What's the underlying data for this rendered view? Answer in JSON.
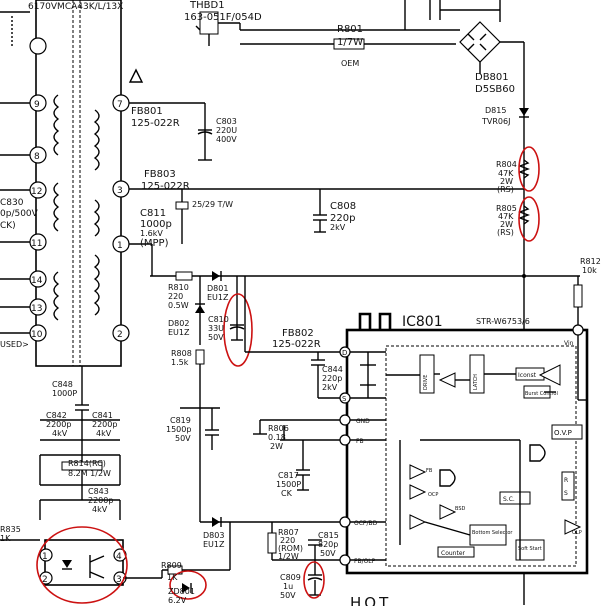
{
  "labels": {
    "t_model": "6170VMCA43K/L/13X",
    "thb_ref": "THBD1",
    "thb_val": "163-051F/054D",
    "r801_ref": "R801",
    "r801_val": "1/7W",
    "r801_sub": "OEM",
    "db801_ref": "DB801",
    "db801_val": "D5SB60",
    "d815_ref": "D815",
    "d815_val": "TVR06J",
    "fb801_ref": "FB801",
    "fb801_val": "125-022R",
    "c803_ref": "C803",
    "c803_v1": "220U",
    "c803_v2": "400V",
    "fb803_ref": "FB803",
    "fb803_val": "125-022R",
    "c811_ref": "C811",
    "c811_v1": "1000p",
    "c811_v2": "1.6kV",
    "c811_v3": "(MPP)",
    "tw_note": "25/29 T/W",
    "c808_ref": "C808",
    "c808_v1": "220p",
    "c808_v2": "2kV",
    "r804_ref": "R804",
    "r804_v1": "47K",
    "r804_v2": "2W",
    "r804_v3": "(RS)",
    "r805_ref": "R805",
    "r805_v1": "47K",
    "r805_v2": "2W",
    "r805_v3": "(RS)",
    "r812_ref": "R812",
    "r812_val": "10k",
    "r810_ref": "R810",
    "r810_v1": "220",
    "r810_v2": "0.5W",
    "d801_ref": "D801",
    "d801_val": "EU1Z",
    "d802_ref": "D802",
    "d802_val": "EU1Z",
    "c810_ref": "C810",
    "c810_v1": "33U",
    "c810_v2": "50V",
    "fb802_ref": "FB802",
    "fb802_val": "125-022R",
    "ic801_ref": "IC801",
    "ic801_val": "STR-W6753/6",
    "r808_ref": "R808",
    "r808_val": "1.5k",
    "c844_ref": "C844",
    "c844_v1": "220p",
    "c844_v2": "2kV",
    "c848_ref": "C848",
    "c848_val": "1000P",
    "c842_ref": "C842",
    "c842_v1": "2200p",
    "c842_v2": "4kV",
    "c841_ref": "C841",
    "c841_v1": "2200p",
    "c841_v2": "4kV",
    "r814_ref": "R814(RC)",
    "r814_val": "8.2M 1/2W",
    "c843_ref": "C843",
    "c843_v1": "2200p",
    "c843_v2": "4kV",
    "c819_ref": "C819",
    "c819_v1": "1500p",
    "c819_v2": "50V",
    "r806_ref": "R806",
    "r806_v1": "0.18",
    "r806_v2": "2W",
    "c817_ref": "C817",
    "c817_v1": "1500P",
    "c817_v2": "CK",
    "d803_ref": "D803",
    "d803_val": "EU1Z",
    "r807_ref": "R807",
    "r807_v1": "220",
    "r807_v2": "(ROM)",
    "r807_v3": "1/2W",
    "c815_ref": "C815",
    "c815_v1": "820p",
    "c815_v2": "50V",
    "c809_ref": "C809",
    "c809_v1": "1u",
    "c809_v2": "50V",
    "r809_ref": "R809",
    "r809_val": "1K",
    "zd801_ref": "ZD801",
    "zd801_val": "6.2V",
    "r835_ref": "R835",
    "r835_val": "1K",
    "c830_ref": "C830",
    "c830_val": "0p/500V",
    "c830_sub": "CK)",
    "used": "USED>",
    "hot": "HOT",
    "pin_d": "D",
    "pin_s": "S",
    "pin_gnd": "GND",
    "pin_fb": "FB",
    "pin_ocp": "OCP/BD",
    "pin_olp": "FB/OLP",
    "pin_vin": "Vin",
    "blk_drive": "DRIVE",
    "blk_latch": "LATCH",
    "blk_iconst": "Iconst",
    "blk_burst": "Burst Control",
    "blk_ovp": "O.V.P",
    "blk_bottom": "Bottom Selector",
    "blk_counter": "Counter",
    "blk_soft": "Soft Start",
    "blk_sc": "S.C.",
    "blk_ocp": "OCP",
    "blk_bsd": "BSD",
    "blk_fb": "FB",
    "blk_olp": "OLP",
    "blk_r": "R",
    "blk_s": "S",
    "t_pins": [
      "9",
      "8",
      "12",
      "11",
      "14",
      "13",
      "10",
      "7",
      "3",
      "1",
      "2"
    ],
    "opto_pins": [
      "1",
      "2",
      "3",
      "4"
    ]
  },
  "colors": {
    "wire": "#000000",
    "highlight": "#cc1111",
    "background": "#ffffff"
  }
}
